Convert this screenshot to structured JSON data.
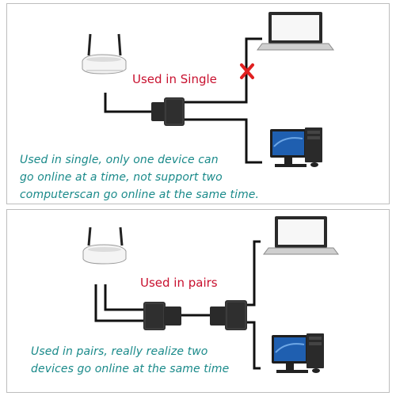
{
  "single": {
    "title": "Used in Single",
    "caption_lines": [
      "Used in single, only one device can",
      "go online at a time, not support two",
      "computerscan go online at the same time."
    ]
  },
  "pairs": {
    "title": "Used in pairs",
    "caption_lines": [
      "Used in pairs, really realize two",
      "devices go online at the same time"
    ]
  },
  "colors": {
    "title": "#c8102e",
    "caption": "#1a8a8a",
    "cable": "#111111",
    "cross": "#e02020"
  },
  "icons": [
    "router-icon",
    "splitter-icon",
    "laptop-icon",
    "desktop-computer-icon",
    "blocked-x-icon"
  ]
}
